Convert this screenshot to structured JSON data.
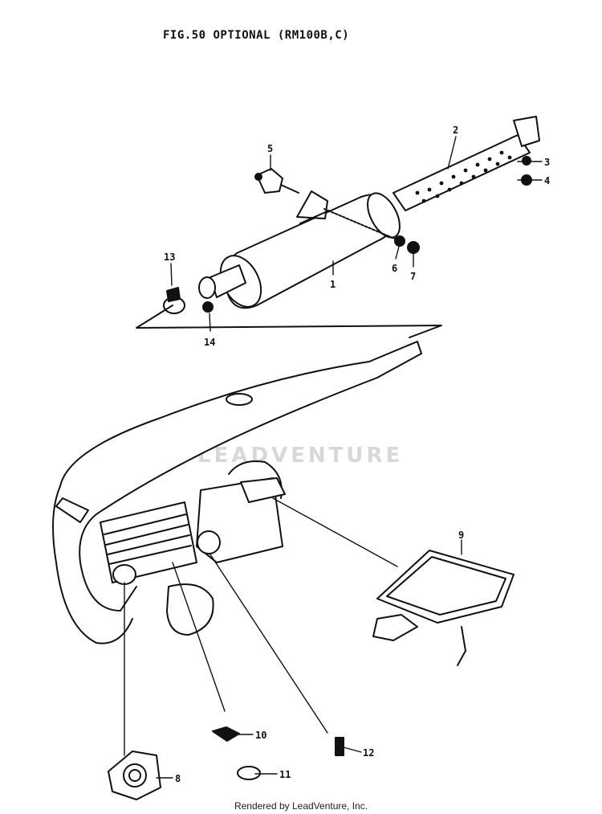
{
  "figure": {
    "title": "FIG.50 OPTIONAL (RM100B,C)"
  },
  "watermark": "LEADVENTURE",
  "credit": "Rendered by LeadVenture, Inc.",
  "callouts": [
    "1",
    "2",
    "3",
    "4",
    "5",
    "6",
    "7",
    "8",
    "9",
    "10",
    "11",
    "12",
    "13",
    "14"
  ]
}
